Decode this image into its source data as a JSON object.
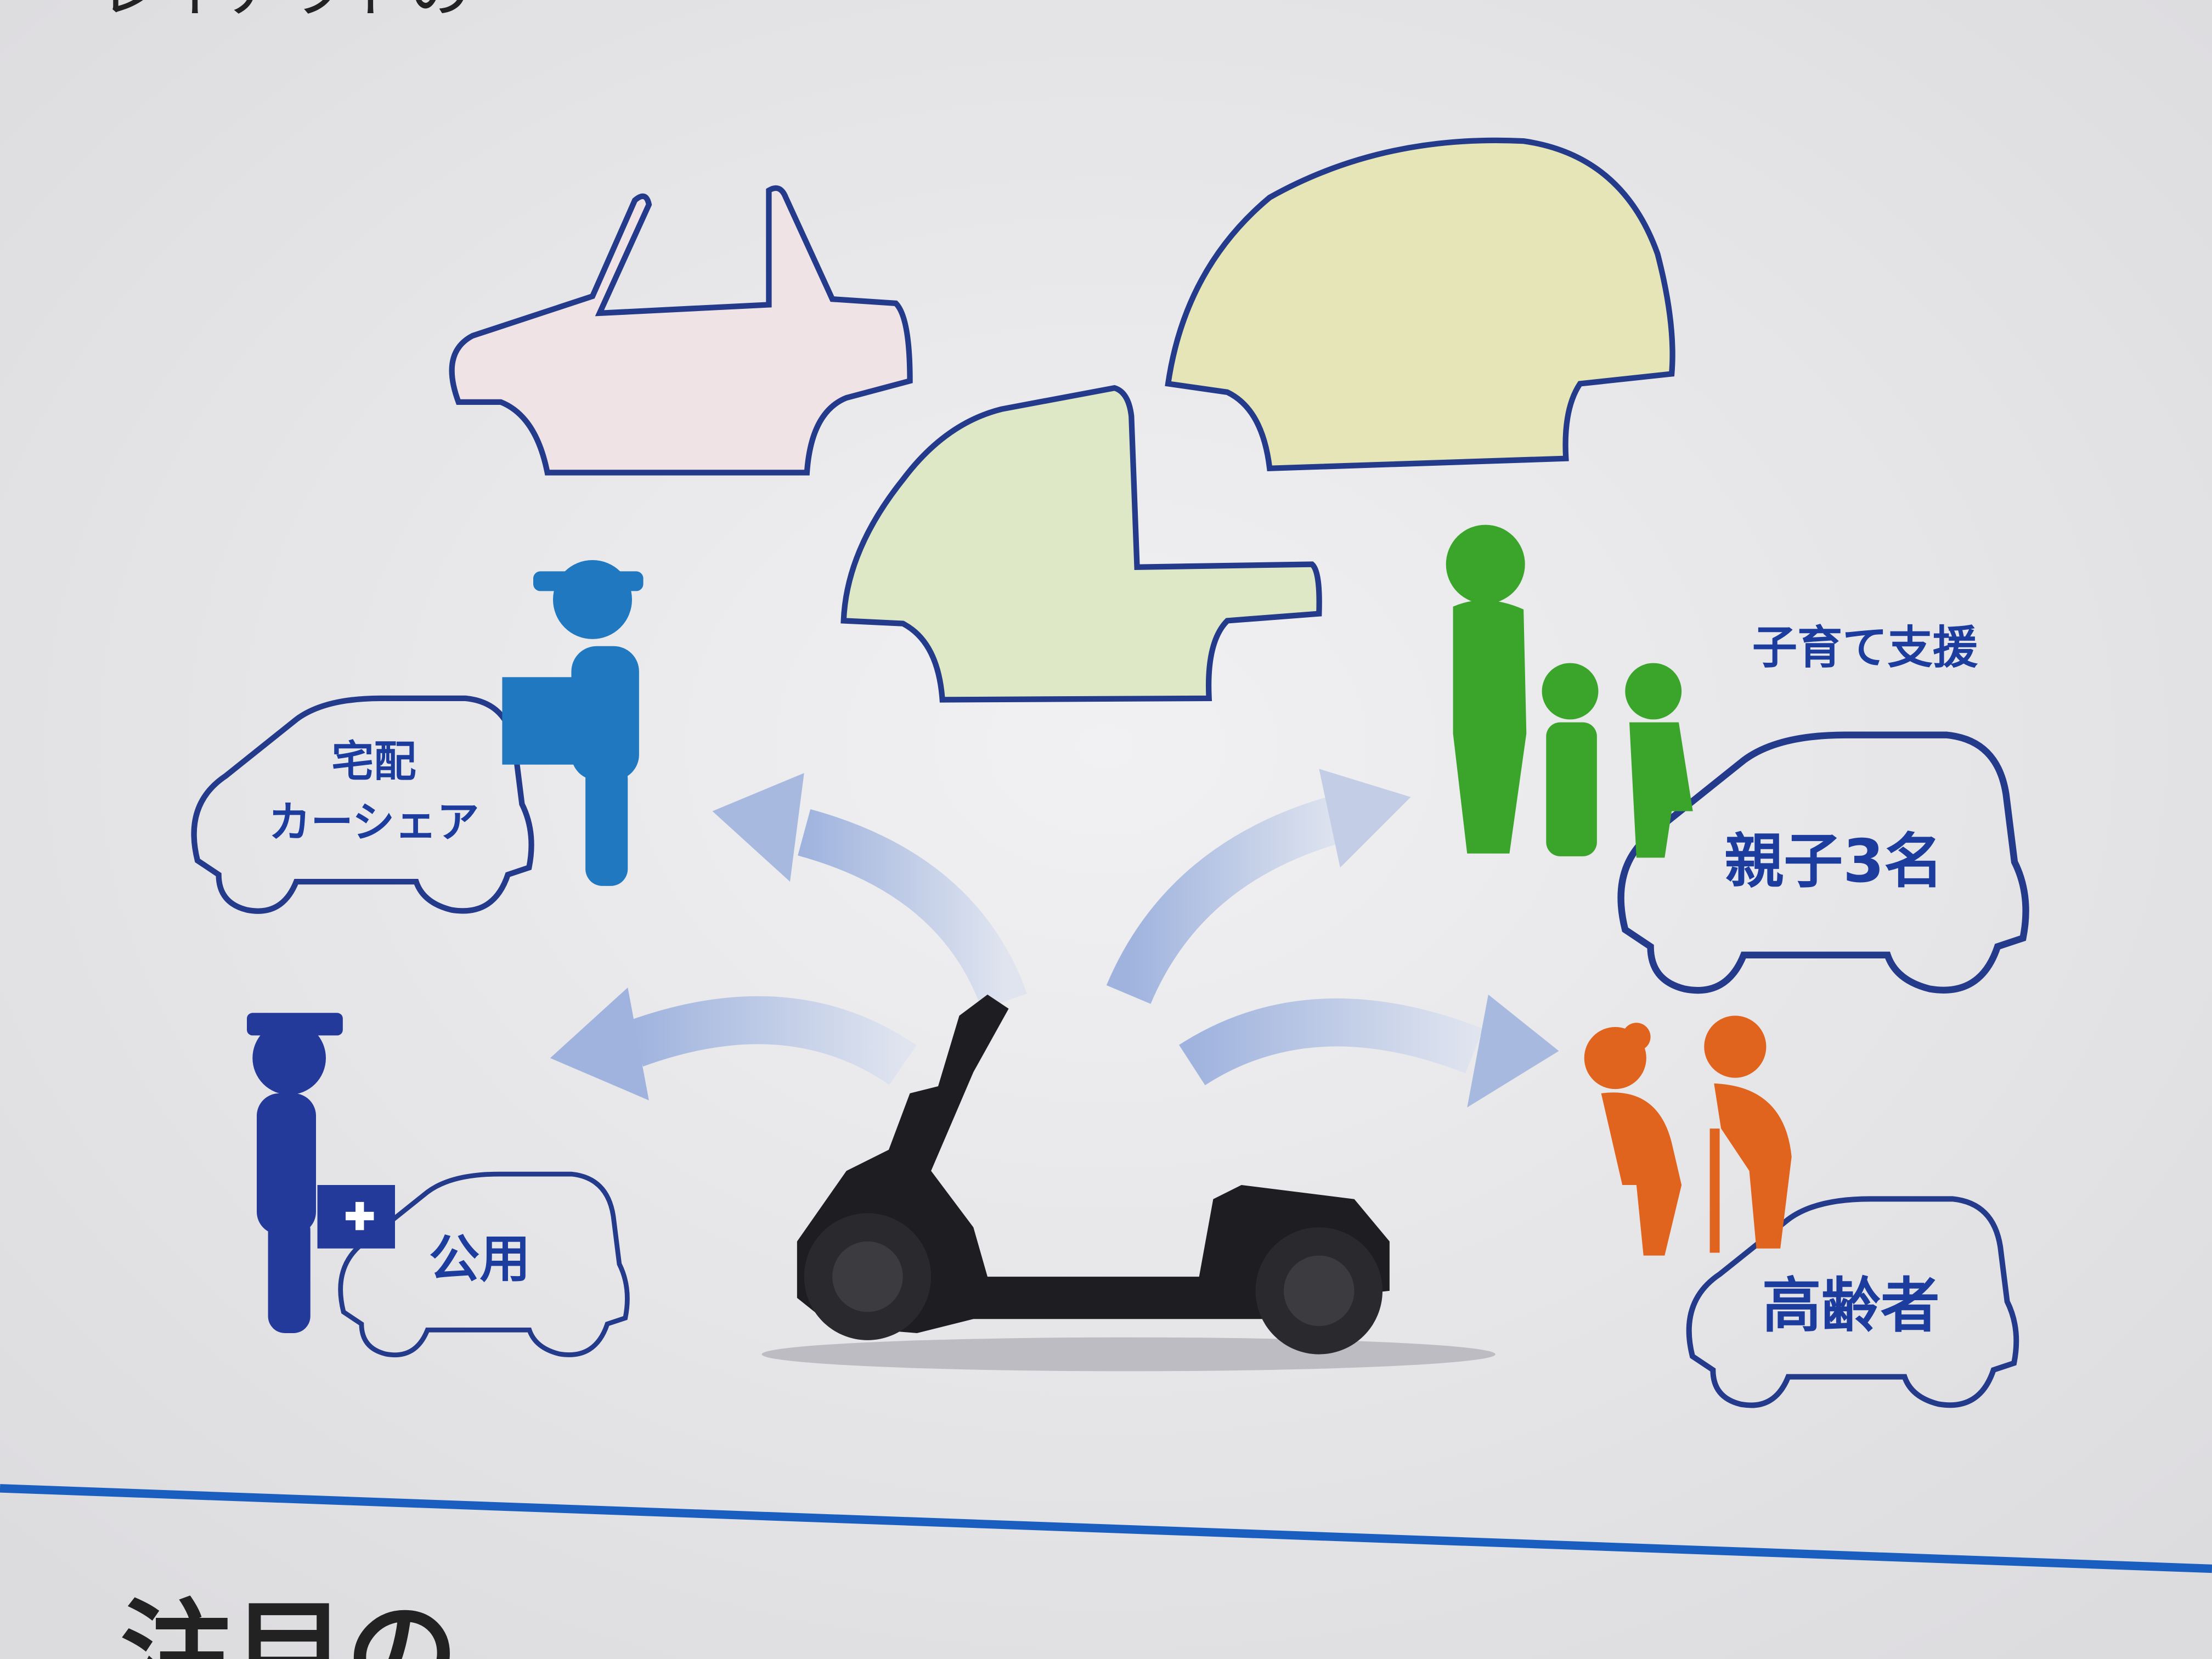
{
  "header": {
    "title_partial": "レイアウトの"
  },
  "footer": {
    "heading_partial": "注目の"
  },
  "use_cases": {
    "delivery": "宅配",
    "carshare": "カーシェア",
    "public": "公用",
    "childcare": "子育て支援",
    "family": "親子3名",
    "elderly": "高齢者"
  },
  "colors": {
    "outline": "#243a8a",
    "label": "#1c3d9e",
    "delivery_person": "#1f78c0",
    "public_person": "#243a9a",
    "family_people": "#3aa52a",
    "elderly_people": "#e0641e",
    "divider": "#1a5fc0",
    "body_pink": "#efe3e6",
    "body_green": "#dfe8c6",
    "body_yellow": "#e6e5b8"
  }
}
